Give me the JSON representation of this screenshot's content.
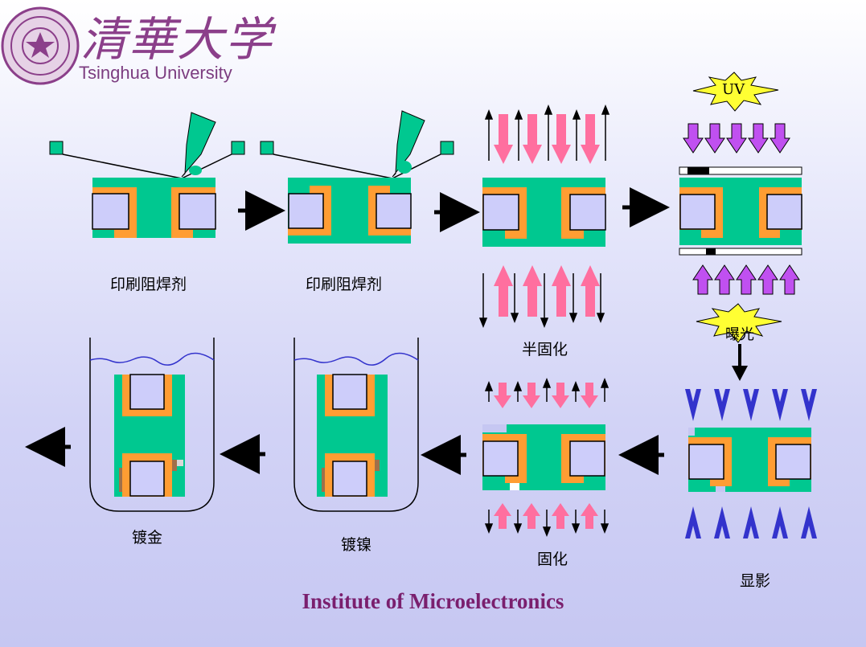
{
  "logo": {
    "chinese": "清華大学",
    "english": "Tsinghua University"
  },
  "steps": {
    "print1": "印刷阻焊剂",
    "print2": "印刷阻焊剂",
    "semicure": "半固化",
    "uv": "UV",
    "exposure": "曝光",
    "develop": "显影",
    "cure": "固化",
    "nickel": "镀镍",
    "gold": "镀金"
  },
  "footer": "Institute of Microelectronics",
  "colors": {
    "pcb": "#00c890",
    "copper": "#ff9d33",
    "pad": "#cdcdfa",
    "pinkArrow": "#ff6f9f",
    "violetArrow": "#c050f0",
    "blueArrow": "#3333cc",
    "uvStar": "#ffff33"
  }
}
